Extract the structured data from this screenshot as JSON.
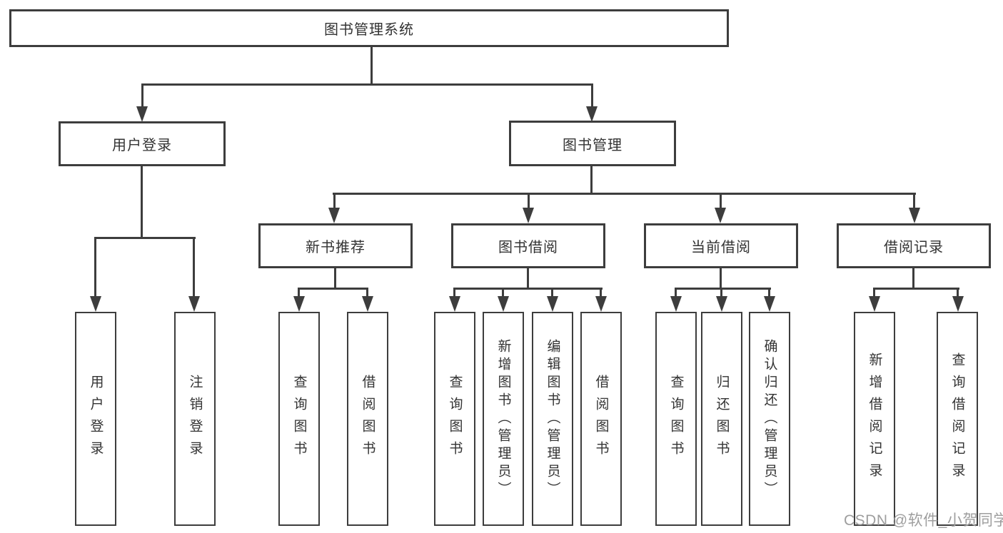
{
  "diagram": {
    "root_label": "图书管理系统",
    "user_login": {
      "label": "用户登录",
      "leaves": [
        "用户登录",
        "注销登录"
      ]
    },
    "book_mgmt": {
      "label": "图书管理",
      "sections": [
        {
          "label": "新书推荐",
          "leaves": [
            "查询图书",
            "借阅图书"
          ]
        },
        {
          "label": "图书借阅",
          "leaves": [
            "查询图书",
            "新增图书（管理员）",
            "编辑图书（管理员）",
            "借阅图书"
          ]
        },
        {
          "label": "当前借阅",
          "leaves": [
            "查询图书",
            "归还图书",
            "确认归还（管理员）"
          ]
        },
        {
          "label": "借阅记录",
          "leaves": [
            "新增借阅记录",
            "查询借阅记录"
          ]
        }
      ]
    }
  },
  "watermark": "CSDN @软件_小贺同学",
  "colors": {
    "line": "#3d3d3d",
    "text": "#333333",
    "box_fill": "#ffffff",
    "watermark": "#9e9e9e"
  }
}
